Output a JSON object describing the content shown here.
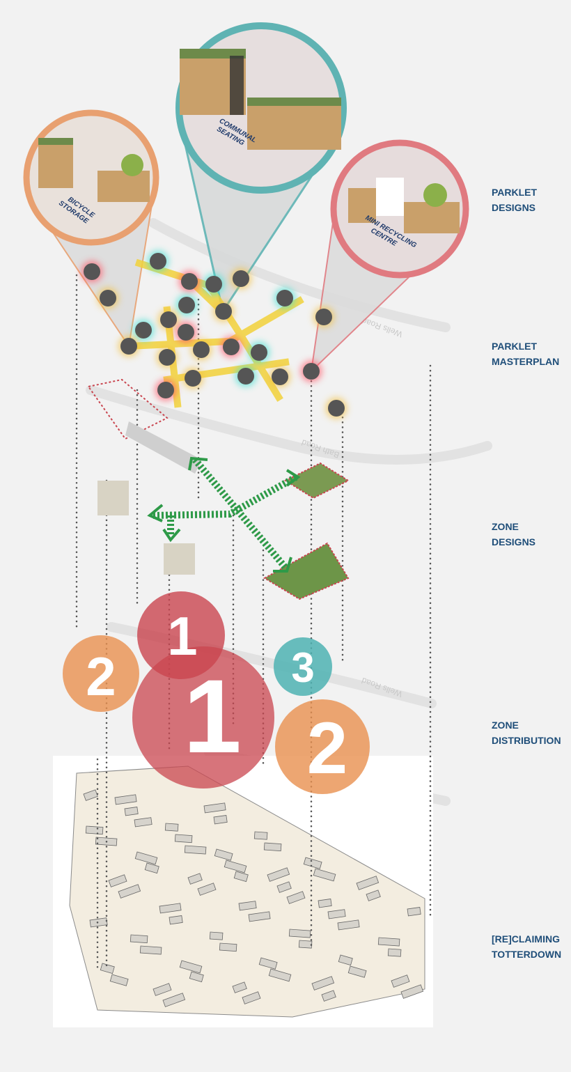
{
  "stages": [
    {
      "line1": "PARKLET",
      "line2": "DESIGNS"
    },
    {
      "line1": "PARKLET",
      "line2": "MASTERPLAN"
    },
    {
      "line1": "ZONE",
      "line2": "DESIGNS"
    },
    {
      "line1": "ZONE",
      "line2": "DISTRIBUTION"
    },
    {
      "line1": "[RE]CLAIMING",
      "line2": "TOTTERDOWN"
    }
  ],
  "parklets": [
    {
      "line1": "BICYCLE",
      "line2": "STORAGE",
      "color": "#e8a070"
    },
    {
      "line1": "COMMUNAL",
      "line2": "SEATING",
      "color": "#5fb3b3"
    },
    {
      "line1": "MINI RECYCLING",
      "line2": "CENTRE",
      "color": "#e07a80"
    }
  ],
  "zones": [
    {
      "number": "1",
      "color": "#c9454f"
    },
    {
      "number": "2",
      "color": "#e8904f"
    },
    {
      "number": "1",
      "color": "#c9454f"
    },
    {
      "number": "3",
      "color": "#4fb3b3"
    },
    {
      "number": "2",
      "color": "#e8904f"
    }
  ],
  "roads": {
    "wells": "Wells Road",
    "bath": "Bath Road"
  },
  "colors": {
    "label": "#1f4e79",
    "path": "#f2d23a",
    "arrow": "#2e9a48",
    "dot": "#555555"
  }
}
